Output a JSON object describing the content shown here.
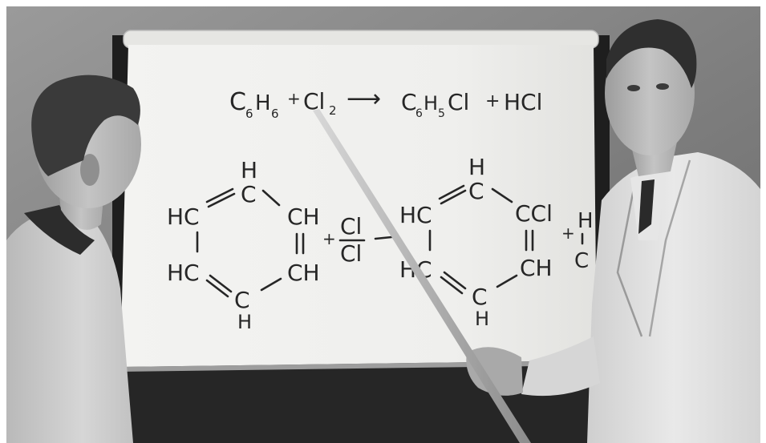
{
  "photo": {
    "equation": {
      "reactant_1": "C",
      "reactant_1_sub_1": "6",
      "reactant_1_h": "H",
      "reactant_1_sub_2": "6",
      "plus_1": "+",
      "reactant_2": "Cl",
      "reactant_2_sub": "2",
      "arrow": "⟶",
      "product_1_c": "C",
      "product_1_sub_1": "6",
      "product_1_h": "H",
      "product_1_sub_2": "5",
      "product_1_cl": "Cl",
      "plus_2": "+",
      "product_2": "HCl"
    },
    "benzene_left": {
      "top_h": "H",
      "top_c": "C",
      "hc_upper": "HC",
      "ch_upper": "CH",
      "hc_lower": "HC",
      "ch_lower": "CH",
      "bottom_c": "C",
      "bottom_h": "H"
    },
    "chlorine": {
      "plus": "+",
      "cl_top": "Cl",
      "cl_bottom": "Cl"
    },
    "benzene_right": {
      "top_h": "H",
      "top_c": "C",
      "hc_upper": "HC",
      "ccl_upper": "CCl",
      "hc_lower": "HC",
      "ch_lower": "CH",
      "bottom_c": "C",
      "bottom_h": "H"
    },
    "hcl_partial": {
      "plus": "+",
      "h": "H",
      "c": "C"
    },
    "colors": {
      "wall": "#8a8a8a",
      "board_paper": "#f1f1ef",
      "chalk": "#262626",
      "lab_coat": "#dedede",
      "student_sweater": "#cfcfcf",
      "hair": "#3a3a3a",
      "shadow": "#2a2a2a"
    }
  }
}
